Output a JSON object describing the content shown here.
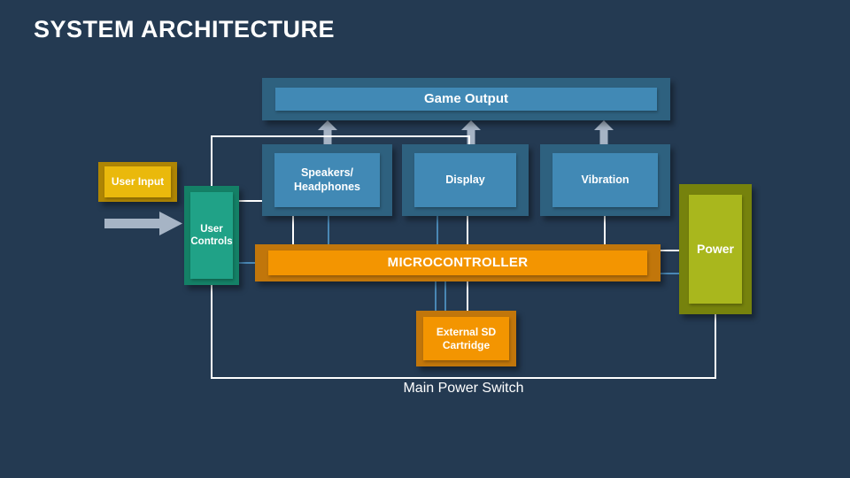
{
  "slide": {
    "title": "SYSTEM ARCHITECTURE",
    "power_line_label": "Main Power Switch"
  },
  "nodes": {
    "game_output": {
      "label": "Game Output"
    },
    "speakers": {
      "label": "Speakers/\nHeadphones"
    },
    "display": {
      "label": "Display"
    },
    "vibration": {
      "label": "Vibration"
    },
    "user_input": {
      "label": "User Input"
    },
    "user_controls": {
      "label": "User\nControls"
    },
    "microcontroller": {
      "label": "MICROCONTROLLER"
    },
    "sd_cartridge": {
      "label": "External SD\nCartridge"
    },
    "power": {
      "label": "Power"
    }
  },
  "colors": {
    "background": "#243a52",
    "blue_fill": "#4189b5",
    "blue_border": "#2e617f",
    "gold_fill": "#eab90c",
    "gold_border": "#ae8504",
    "teal_fill": "#20a287",
    "teal_border": "#148066",
    "orange_fill": "#f39501",
    "orange_border": "#c1760b",
    "olive_fill": "#a9b71d",
    "olive_border": "#76820d",
    "arrow": "#a6b4c5",
    "connector_blue": "#4a88b5",
    "connector_white": "#ffffff",
    "text": "#ffffff"
  }
}
